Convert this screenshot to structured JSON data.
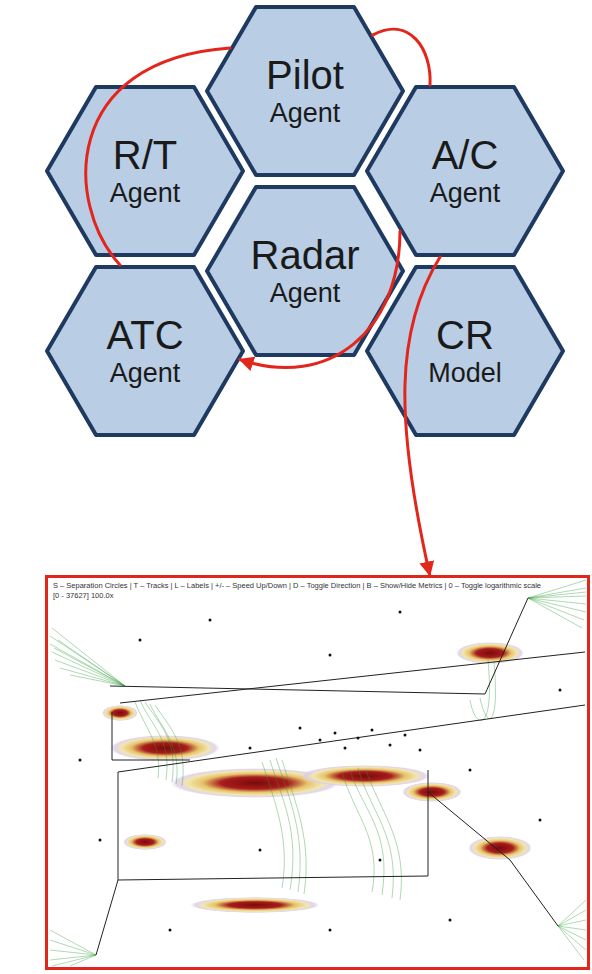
{
  "diagram": {
    "nodes": [
      {
        "text": [
          "Pilot",
          "Agent"
        ]
      },
      {
        "text": [
          "R/T",
          "Agent"
        ]
      },
      {
        "text": [
          "A/C",
          "Agent"
        ]
      },
      {
        "text": [
          "Radar",
          "Agent"
        ]
      },
      {
        "text": [
          "ATC",
          "Agent"
        ]
      },
      {
        "text": [
          "CR",
          "Model"
        ]
      },
      {
        "text": [
          "S – Separation Circles | T – Tracks | L – Labels | +/- – Speed Up/Down | D – Toggle Direction | B – Show/Hide Metrics | 0 – Toggle logarithmic scale",
          "[0 - 37627] 100.0x"
        ]
      }
    ],
    "edges": [
      {
        "from": 4,
        "to": 0,
        "arrow": "none"
      },
      {
        "from": 0,
        "to": 2,
        "arrow": "none"
      },
      {
        "from": 2,
        "to": 4,
        "arrow": "to"
      },
      {
        "from": 2,
        "to": 6,
        "arrow": "to"
      }
    ]
  }
}
